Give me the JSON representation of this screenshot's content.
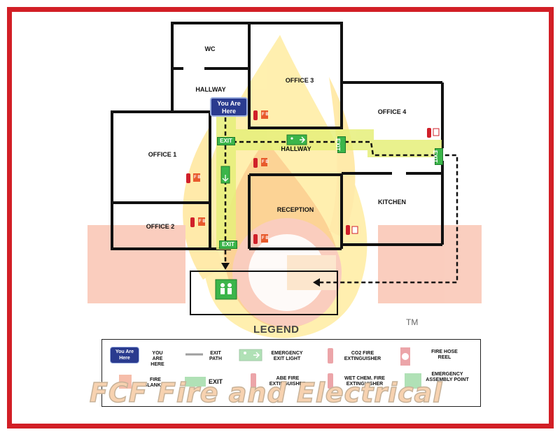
{
  "rooms": {
    "wc": "WC",
    "hallway_top": "HALLWAY",
    "office3": "OFFICE 3",
    "office4": "OFFICE 4",
    "office1": "OFFICE 1",
    "hallway_main": "HALLWAY",
    "reception": "RECEPTION",
    "kitchen": "KITCHEN",
    "office2": "OFFICE 2"
  },
  "you_are_here": "You Are Here",
  "exit_label": "EXIT",
  "fire_blanket_label": "F B",
  "legend": {
    "title": "LEGEND",
    "you_are_here_icon": "You Are Here",
    "you_are_here": "YOU ARE HERE",
    "exit_path": "EXIT PATH",
    "emergency_exit_light": "EMERGENCY EXIT LIGHT",
    "co2": "CO2 FIRE EXTINGUISHER",
    "hose_reel": "FIRE HOSE REEL",
    "fire_blanket": "FIRE BLANKET",
    "exit": "EXIT",
    "abe": "ABE FIRE EXTINGUISHER",
    "wet_chem": "WET CHEM. FIRE EXTINGUISHER",
    "assembly": "EMERGENCY ASSEMBLY POINT"
  },
  "trademark": "TM",
  "brand_text": "FCF Fire and Electrical",
  "watermark_logo": "FCF",
  "colors": {
    "border": "#d21f26",
    "exit_green": "#3bb54a",
    "you_are_here_blue": "#2a3b8f",
    "extinguisher_red": "#d0202a",
    "path_highlight": "#e6ef7a",
    "watermark": "#f6a58a"
  }
}
